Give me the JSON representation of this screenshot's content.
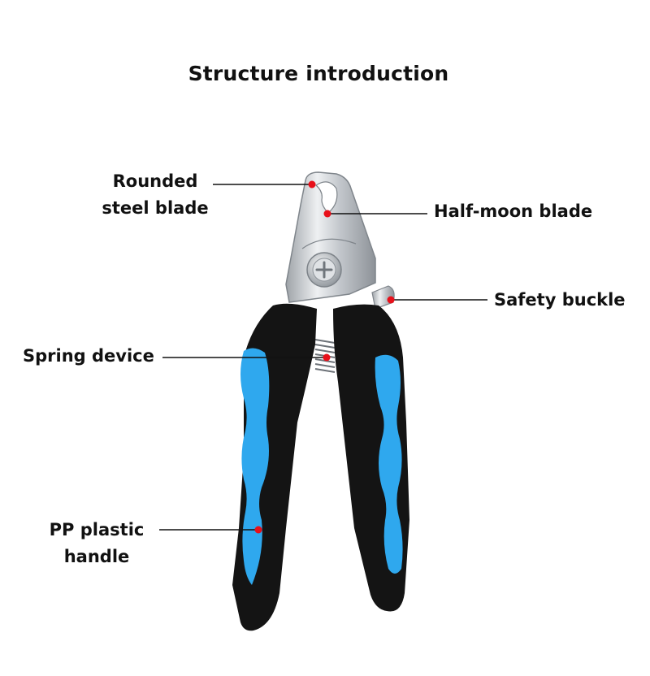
{
  "title": "Structure introduction",
  "labels": {
    "rounded_blade": [
      "Rounded",
      "steel blade"
    ],
    "half_moon": "Half-moon blade",
    "safety_buckle": "Safety buckle",
    "spring": "Spring device",
    "handle": [
      "PP plastic",
      "handle"
    ]
  },
  "colors": {
    "marker": "#e8101a",
    "grip_blue": "#2fa8ee",
    "handle_black": "#141414",
    "steel": "#c9ccd0"
  }
}
